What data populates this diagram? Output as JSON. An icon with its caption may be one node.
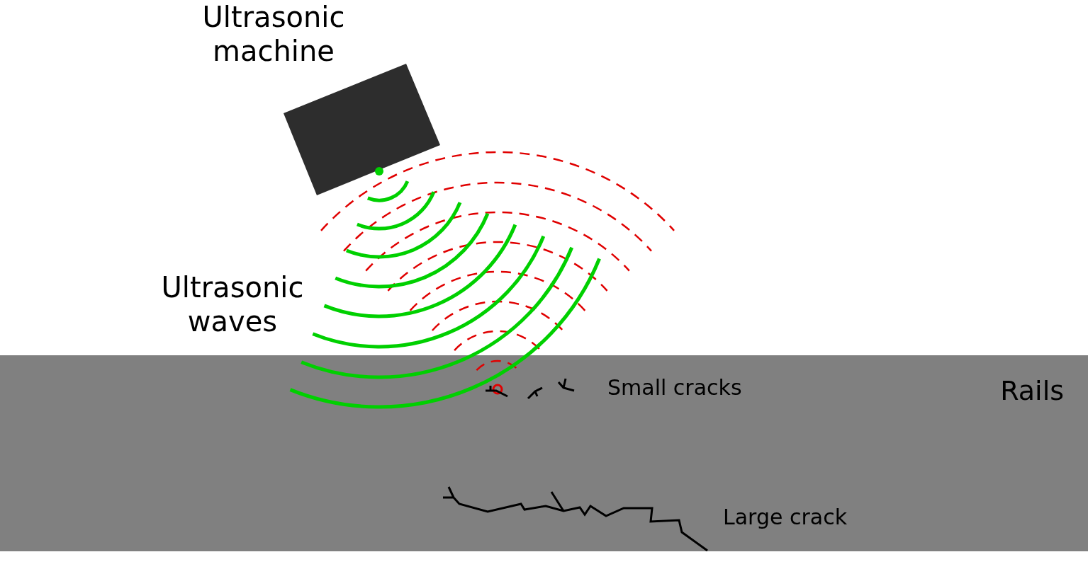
{
  "diagram": {
    "nodes": [
      {
        "text": [
          "Ultrasonic machine"
        ]
      },
      {
        "text": [
          "Rails"
        ]
      }
    ],
    "labels": [
      "Ultrasonic waves",
      "Small cracks",
      "Large crack"
    ]
  }
}
